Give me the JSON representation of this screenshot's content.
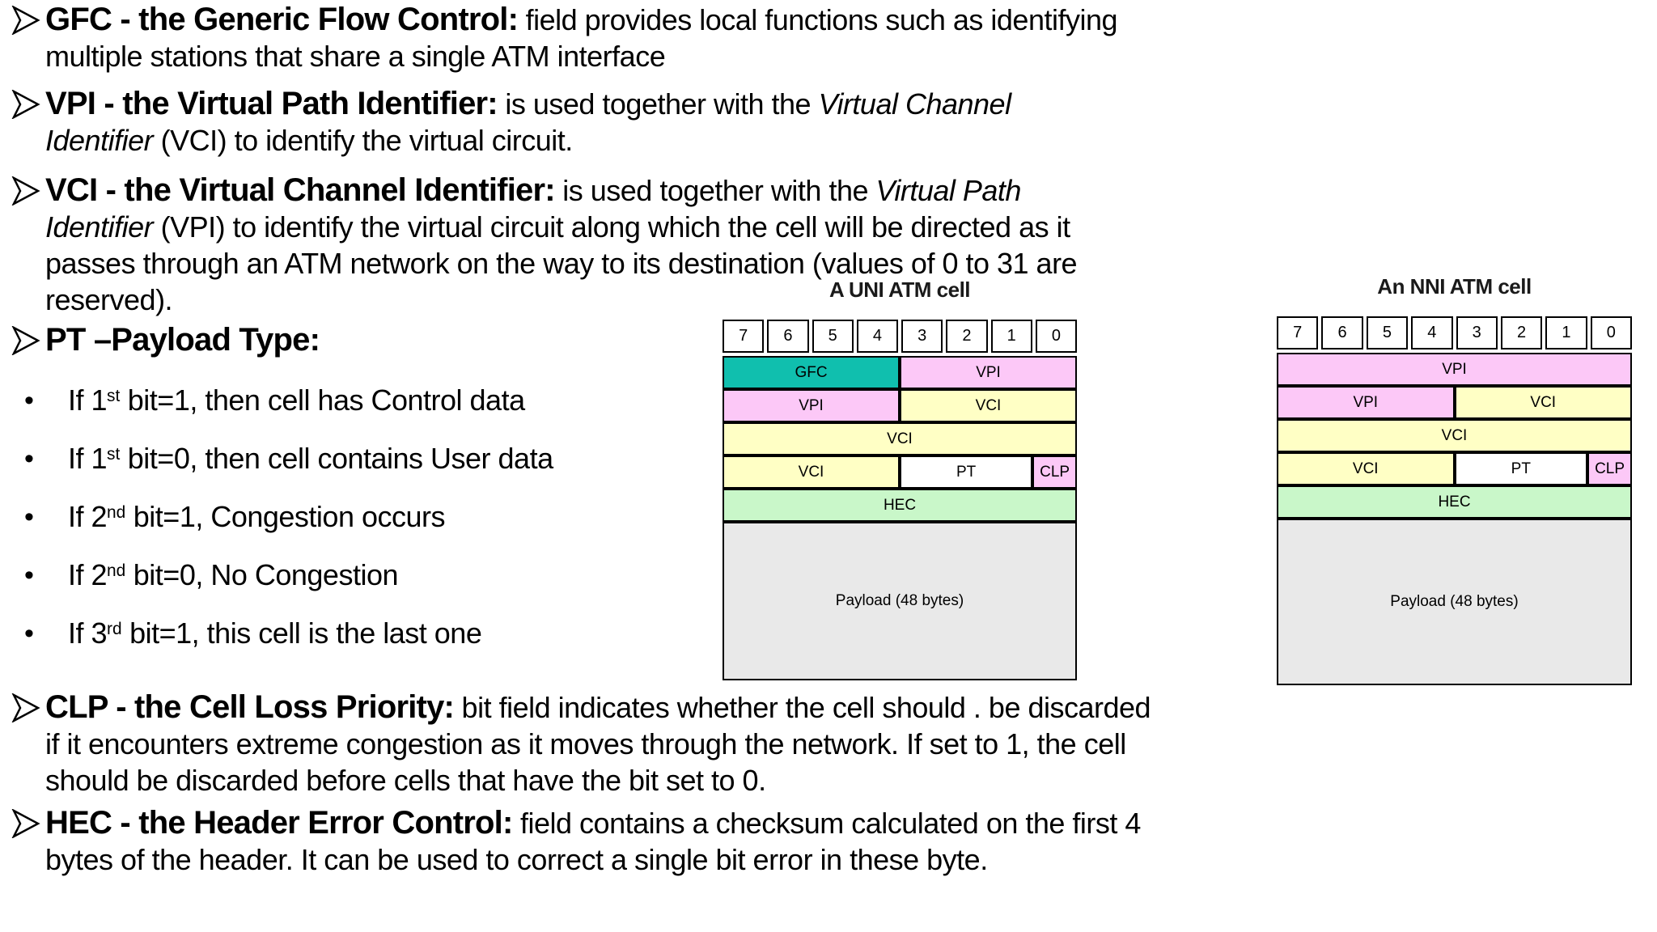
{
  "bullet_char": "•",
  "colors": {
    "teal": "#10bfae",
    "pink": "#fcc8f7",
    "yellow": "#ffffc5",
    "green": "#c9f7c9",
    "white": "#ffffff",
    "gray": "#e9e9e9"
  },
  "sections": {
    "gfc": {
      "heading": "GFC - the Generic Flow Control:",
      "after": " field provides local functions such as identifying",
      "line2": "multiple stations that share a single ATM interface"
    },
    "vpi": {
      "heading": "VPI - the Virtual Path Identifier:",
      "after": " is used together with the ",
      "after_italic": "Virtual Channel",
      "line2_italic": "Identifier",
      "line2": " (VCI) to identify the virtual circuit."
    },
    "vci": {
      "heading": "VCI - the Virtual Channel Identifier:",
      "after": " is used together with the ",
      "after_italic": "Virtual Path",
      "line2_italic": "Identifier",
      "line2": " (VPI) to identify the virtual circuit along which the cell will be directed as it",
      "line3": "passes through an ATM network on the way to its destination (values of 0 to 31 are",
      "line4": "reserved)."
    },
    "pt": {
      "heading": "PT –Payload Type:",
      "bullets": [
        {
          "pre": "If 1",
          "sup": "st",
          "post": " bit=1, then cell has Control data"
        },
        {
          "pre": "If 1",
          "sup": "st",
          "post": " bit=0, then cell contains User data"
        },
        {
          "pre": "If 2",
          "sup": "nd",
          "post": " bit=1, Congestion occurs"
        },
        {
          "pre": "If 2",
          "sup": "nd",
          "post": " bit=0, No Congestion"
        },
        {
          "pre": "If 3",
          "sup": "rd",
          "post": " bit=1, this cell is the last one"
        }
      ]
    },
    "clp": {
      "heading": "CLP - the Cell Loss Priority:",
      "after": " bit field indicates whether the cell should . be discarded",
      "line2": "if it encounters extreme congestion as it moves through the network. If set to 1, the cell",
      "line3": "should be discarded before cells that have the bit set to 0."
    },
    "hec": {
      "heading": "HEC - the Header Error Control:",
      "after": " field contains a checksum calculated on the first 4",
      "line2": "bytes of the header. It can be used to correct a single bit error in these byte."
    }
  },
  "diagrams": [
    {
      "id": "uni",
      "title": "A UNI ATM cell",
      "bits": [
        "7",
        "6",
        "5",
        "4",
        "3",
        "2",
        "1",
        "0"
      ],
      "rows": [
        [
          {
            "label": "GFC",
            "color": "teal",
            "span": 4
          },
          {
            "label": "VPI",
            "color": "pink",
            "span": 4
          }
        ],
        [
          {
            "label": "VPI",
            "color": "pink",
            "span": 4
          },
          {
            "label": "VCI",
            "color": "yellow",
            "span": 4
          }
        ],
        [
          {
            "label": "VCI",
            "color": "yellow",
            "span": 8
          }
        ],
        [
          {
            "label": "VCI",
            "color": "yellow",
            "span": 4
          },
          {
            "label": "PT",
            "color": "white",
            "span": 3
          },
          {
            "label": "CLP",
            "color": "pink",
            "span": 1
          }
        ],
        [
          {
            "label": "HEC",
            "color": "green",
            "span": 8
          }
        ]
      ],
      "payload": "Payload (48 bytes)",
      "payload_color": "gray"
    },
    {
      "id": "nni",
      "title": "An NNI ATM cell",
      "bits": [
        "7",
        "6",
        "5",
        "4",
        "3",
        "2",
        "1",
        "0"
      ],
      "rows": [
        [
          {
            "label": "VPI",
            "color": "pink",
            "span": 8
          }
        ],
        [
          {
            "label": "VPI",
            "color": "pink",
            "span": 4
          },
          {
            "label": "VCI",
            "color": "yellow",
            "span": 4
          }
        ],
        [
          {
            "label": "VCI",
            "color": "yellow",
            "span": 8
          }
        ],
        [
          {
            "label": "VCI",
            "color": "yellow",
            "span": 4
          },
          {
            "label": "PT",
            "color": "white",
            "span": 3
          },
          {
            "label": "CLP",
            "color": "pink",
            "span": 1
          }
        ],
        [
          {
            "label": "HEC",
            "color": "green",
            "span": 8
          }
        ]
      ],
      "payload": "Payload (48 bytes)",
      "payload_color": "gray"
    }
  ]
}
